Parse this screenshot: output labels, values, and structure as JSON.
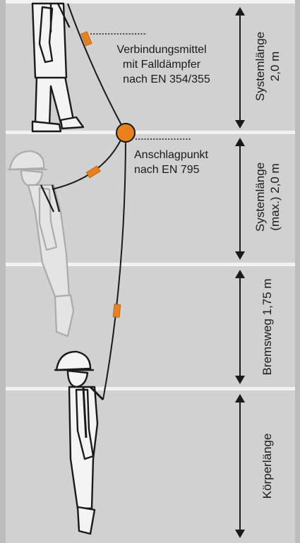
{
  "bands": {
    "systemlaenge_1": {
      "line1": "Systemlänge",
      "line2": "2,0 m"
    },
    "systemlaenge_2": {
      "line1": "Systemlänge",
      "line2": "(max.) 2,0 m"
    },
    "bremsweg": {
      "label": "Bremsweg 1,75 m"
    },
    "koerperlaenge": {
      "label": "Körperlänge"
    }
  },
  "callouts": {
    "lanyard": {
      "line1": "Verbindungsmittel",
      "line2": "mit Falldämpfer",
      "line3": "nach EN 354/355"
    },
    "anchor": {
      "line1": "Anschlagpunkt",
      "line2": "nach EN 795"
    }
  },
  "colors": {
    "background": "#d1d1d1",
    "separator": "#f2f2f2",
    "accent_orange": "#e8821e",
    "line": "#1a1a1a",
    "figure_light": "#ababab"
  },
  "icons": [
    "standing-worker-icon",
    "falling-worker-icon",
    "suspended-worker-icon",
    "anchor-point-icon",
    "absorber-icon"
  ]
}
